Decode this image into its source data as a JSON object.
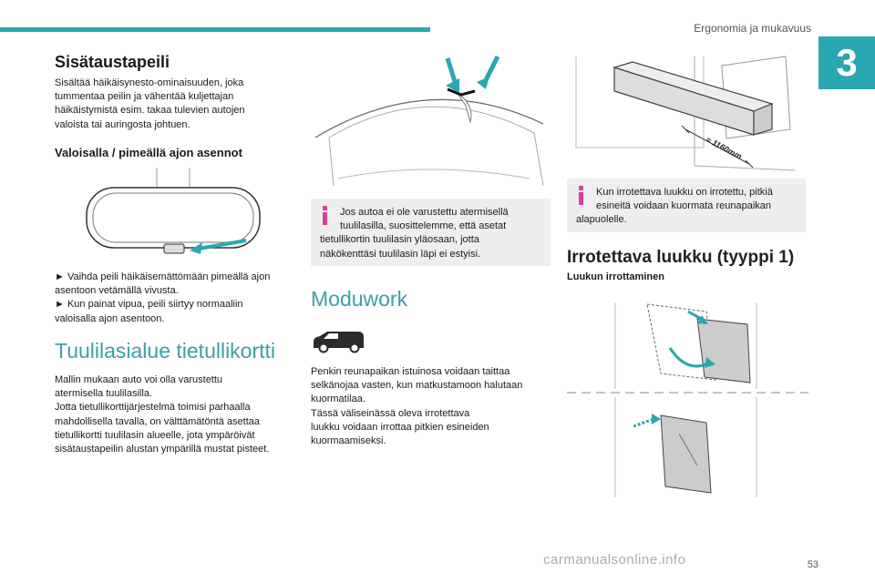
{
  "header": {
    "title": "Ergonomia ja mukavuus",
    "chapter": "3"
  },
  "col1": {
    "heading1": "Sisätaustapeili",
    "para1": [
      "Sisältää häikäisynesto-ominaisuuden, joka",
      "tummentaa peilin ja vähentää kuljettajan",
      "häikäistymistä esim. takaa tulevien autojen",
      "valoista tai auringosta johtuen."
    ],
    "subheading": "Valoisalla / pimeällä ajon asennot",
    "bullets": [
      "► Vaihda peili häikäisemättömään pimeällä ajon",
      "asentoon vetämällä vivusta.",
      "► Kun painat vipua, peili siirtyy normaaliin",
      "valoisalla ajon asentoon."
    ],
    "heading2": "Tuulilasialue tietullikortti",
    "para2": [
      "Mallin mukaan auto voi olla varustettu",
      "atermisella tuulilasilla.",
      "Jotta tietullikorttijärjestelmä toimisi parhaalla",
      "mahdollisella tavalla, on välttämätöntä asettaa",
      "tietullikortti tuulilasin alueelle, jota ympäröivät",
      "sisätaustapeilin alustan ympärillä mustat pisteet."
    ]
  },
  "col2": {
    "note": [
      "Jos autoa ei ole varustettu atermisellä",
      "tuulilasilla, suosittelemme, että asetat",
      "tietullikortin tuulilasin yläosaan, jotta",
      "näkökenttäsi tuulilasin läpi ei estyisi."
    ],
    "heading": "Moduwork",
    "para": [
      "Penkin reunapaikan istuinosa voidaan taittaa",
      "selkänojaa vasten, kun matkustamoon halutaan",
      "kuormatilaa.",
      "Tässä väliseinässä oleva irrotettava",
      "luukku voidaan irrottaa pitkien esineiden",
      "kuormaamiseksi."
    ]
  },
  "col3": {
    "dimension": "≈ 1160mm",
    "note": [
      "Kun irrotettava luukku on irrotettu, pitkiä",
      "esineitä voidaan kuormata reunapaikan",
      "alapuolelle."
    ],
    "heading": "Irrotettava luukku (tyyppi 1)",
    "subheading": "Luukun irrottaminen"
  },
  "footer": {
    "page": "53",
    "watermark": "carmanualsonline.info"
  },
  "colors": {
    "accent": "#2aa7b0",
    "note_icon": "#e03d9a",
    "note_bg": "#eeeeee"
  }
}
